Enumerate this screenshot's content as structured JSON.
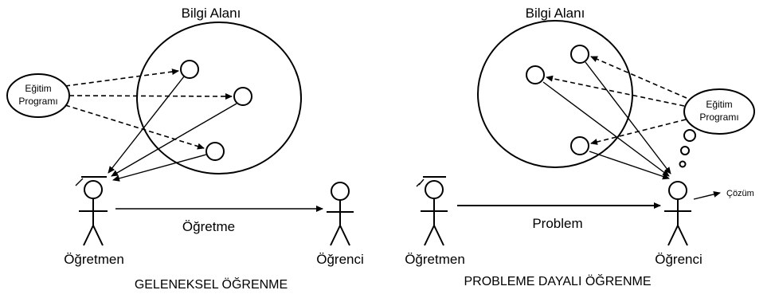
{
  "left": {
    "knowledge_area_label": "Bilgi Alanı",
    "program_label_line1": "Eğitim",
    "program_label_line2": "Programı",
    "teacher_label": "Öğretmen",
    "student_label": "Öğrenci",
    "arrow_label": "Öğretme",
    "caption": "GELENEKSEL ÖĞRENME"
  },
  "right": {
    "knowledge_area_label": "Bilgi Alanı",
    "program_label_line1": "Eğitim",
    "program_label_line2": "Programı",
    "teacher_label": "Öğretmen",
    "student_label": "Öğrenci",
    "arrow_label": "Problem",
    "solution_label": "Çözüm",
    "caption": "PROBLEME DAYALI ÖĞRENME"
  }
}
